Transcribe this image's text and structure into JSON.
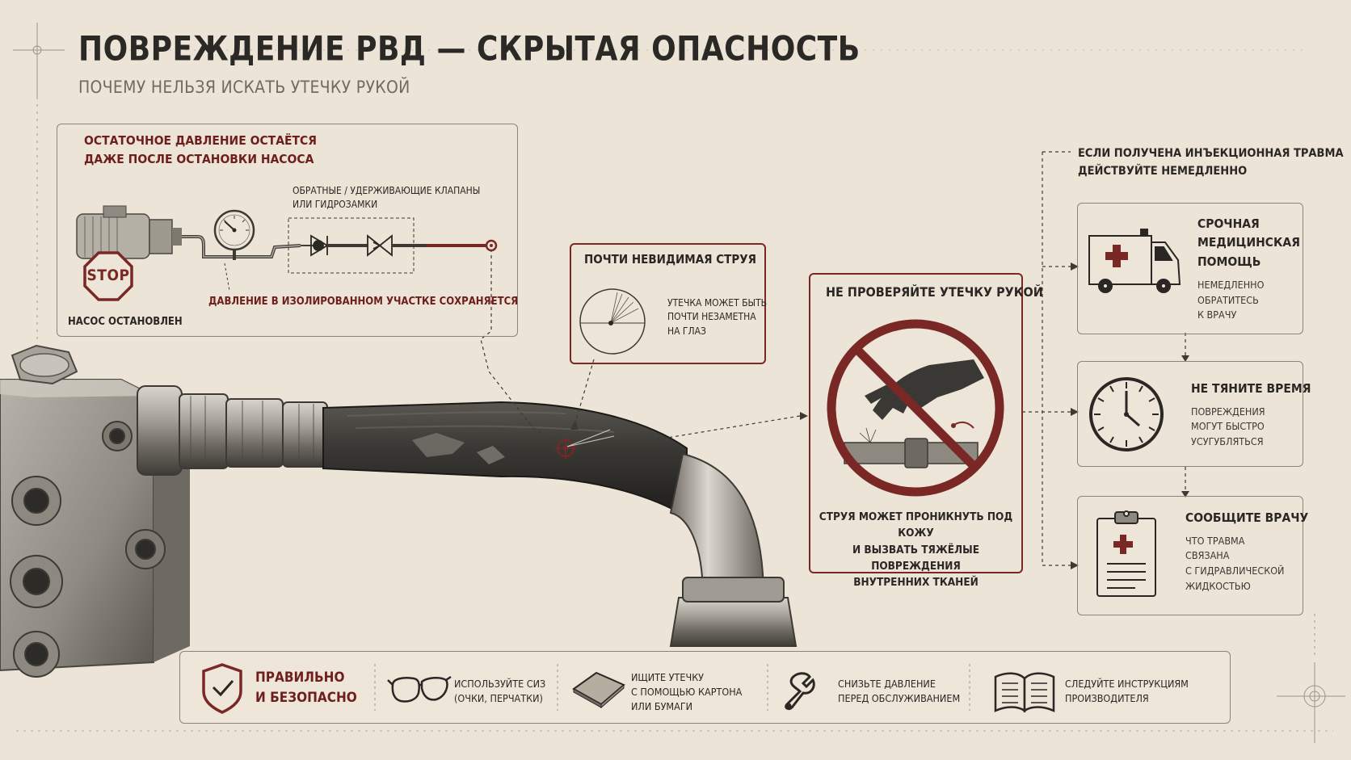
{
  "header": {
    "title": "ПОВРЕЖДЕНИЕ РВД — СКРЫТАЯ ОПАСНОСТЬ",
    "subtitle": "ПОЧЕМУ НЕЛЬЗЯ ИСКАТЬ УТЕЧКУ РУКОЙ"
  },
  "pressure_panel": {
    "heading_line1": "ОСТАТОЧНОЕ ДАВЛЕНИЕ ОСТАЁТСЯ",
    "heading_line2": "ДАЖЕ ПОСЛЕ ОСТАНОВКИ НАСОСА",
    "valves_line1": "ОБРАТНЫЕ / УДЕРЖИВАЮЩИЕ КЛАПАНЫ",
    "valves_line2": "ИЛИ ГИДРОЗАМКИ",
    "stop_sign": "STOP",
    "pump_stopped": "НАСОС ОСТАНОВЛЕН",
    "pressure_kept": "ДАВЛЕНИЕ В ИЗОЛИРОВАННОМ УЧАСТКЕ СОХРАНЯЕТСЯ"
  },
  "jet_panel": {
    "heading": "ПОЧТИ НЕВИДИМАЯ СТРУЯ",
    "text_line1": "УТЕЧКА МОЖЕТ БЫТЬ",
    "text_line2": "ПОЧТИ НЕЗАМЕТНА",
    "text_line3": "НА ГЛАЗ"
  },
  "warning_panel": {
    "heading": "НЕ ПРОВЕРЯЙТЕ УТЕЧКУ РУКОЙ",
    "text_line1": "СТРУЯ МОЖЕТ ПРОНИКНУТЬ ПОД КОЖУ",
    "text_line2": "И ВЫЗВАТЬ ТЯЖЁЛЫЕ ПОВРЕЖДЕНИЯ",
    "text_line3": "ВНУТРЕННИХ ТКАНЕЙ"
  },
  "injury": {
    "heading_line1": "ЕСЛИ ПОЛУЧЕНА ИНЪЕКЦИОННАЯ ТРАВМА",
    "heading_line2": "ДЕЙСТВУЙТЕ НЕМЕДЛЕННО",
    "steps": [
      {
        "title_lines": [
          "СРОЧНАЯ",
          "МЕДИЦИНСКАЯ",
          "ПОМОЩЬ"
        ],
        "text_lines": [
          "НЕМЕДЛЕННО",
          "ОБРАТИТЕСЬ",
          "К ВРАЧУ"
        ],
        "icon": "ambulance-icon"
      },
      {
        "title_lines": [
          "НЕ ТЯНИТЕ ВРЕМЯ"
        ],
        "text_lines": [
          "ПОВРЕЖДЕНИЯ",
          "МОГУТ БЫСТРО",
          "УСУГУБЛЯТЬСЯ"
        ],
        "icon": "clock-icon"
      },
      {
        "title_lines": [
          "СООБЩИТЕ ВРАЧУ"
        ],
        "text_lines": [
          "ЧТО ТРАВМА",
          "СВЯЗАНА",
          "С ГИДРАВЛИЧЕСКОЙ",
          "ЖИДКОСТЬЮ"
        ],
        "icon": "clipboard-icon"
      }
    ]
  },
  "safety_bar": {
    "heading_line1": "ПРАВИЛЬНО",
    "heading_line2": "И БЕЗОПАСНО",
    "items": [
      {
        "lines": [
          "ИСПОЛЬЗУЙТЕ СИЗ",
          "(ОЧКИ, ПЕРЧАТКИ)"
        ],
        "icon": "goggles-icon"
      },
      {
        "lines": [
          "ИЩИТЕ УТЕЧКУ",
          "С ПОМОЩЬЮ КАРТОНА",
          "ИЛИ БУМАГИ"
        ],
        "icon": "cardboard-icon"
      },
      {
        "lines": [
          "СНИЗЬТЕ ДАВЛЕНИЕ",
          "ПЕРЕД ОБСЛУЖИВАНИЕМ"
        ],
        "icon": "wrench-icon"
      },
      {
        "lines": [
          "СЛЕДУЙТЕ ИНСТРУКЦИЯМ",
          "ПРОИЗВОДИТЕЛЯ"
        ],
        "icon": "manual-icon"
      }
    ]
  },
  "colors": {
    "background": "#ece4d6",
    "accent_red": "#7a2826",
    "ink": "#2b2926",
    "frame": "#8a847a"
  }
}
